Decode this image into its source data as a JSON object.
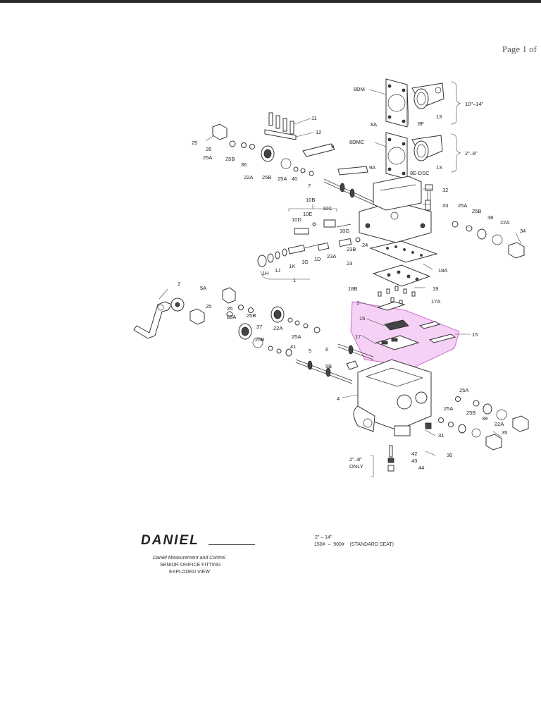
{
  "page_number": "Page 1 of",
  "title_block": {
    "logo": "DANIEL",
    "company": "Daniel Measurement and Control",
    "title_line1": "SENIOR ORIFICE FITTING",
    "title_line2": "EXPLODED VIEW",
    "size_range": "2\" – 14\"",
    "pressure_rating": "150#  –  900#    (STANDARD SEAT)"
  },
  "size_groups": {
    "large": "10\"–14\"",
    "small": "2\"–8\"",
    "only_note_1": "2\"–8\"",
    "only_note_2": "ONLY"
  },
  "highlight_color": "#e89ae8",
  "part_labels": {
    "p8DM": "8DM",
    "p8F": "8F",
    "p13a": "13",
    "p8A": "8A",
    "p8DMC": "8DMC",
    "p8E_DSC": "8E-DSC",
    "p13b": "13",
    "p11": "11",
    "p12": "12",
    "p9": "9",
    "p9A": "9A",
    "p25a": "25",
    "p26a": "26",
    "p25Aa": "25A",
    "p25Ba": "25B",
    "p36": "36",
    "p22Aa": "22A",
    "p25Bb": "25B",
    "p25Ab": "25A",
    "p40": "40",
    "p7": "7",
    "p32": "32",
    "p33": "33",
    "p25Ac": "25A",
    "p25Bc": "25B",
    "p38": "38",
    "p22Ab": "22A",
    "p34": "34",
    "p10B": "10B",
    "p10C": "10C",
    "p10D": "10D",
    "p10E": "10E",
    "p10G": "10G",
    "p1H": "1H",
    "p1J": "1J",
    "p1K": "1K",
    "p1G": "1G",
    "p1D": "1D",
    "p1": "1",
    "p23A": "23A",
    "p23B": "23B",
    "p24": "24",
    "p23": "23",
    "p18A": "18A",
    "p18B": "18B",
    "p19": "19",
    "p17A": "17A",
    "p2": "2",
    "p5A": "5A",
    "p25b": "25",
    "p26b": "26",
    "p25Ad": "25A",
    "p25Bd": "25B",
    "p37": "37",
    "p22Ac": "22A",
    "p25Be": "25B",
    "p25Ae": "25A",
    "p41": "41",
    "p6": "6",
    "p5": "5",
    "p5B": "5B",
    "p3": "3",
    "p15a": "15",
    "p15b": "15",
    "p17": "17",
    "p4": "4",
    "p25Af": "25A",
    "p25Bf": "25B",
    "p39": "39",
    "p22Ad": "22A",
    "p35": "35",
    "p31": "31",
    "p30": "30",
    "p42": "42",
    "p43": "43",
    "p44": "44"
  }
}
